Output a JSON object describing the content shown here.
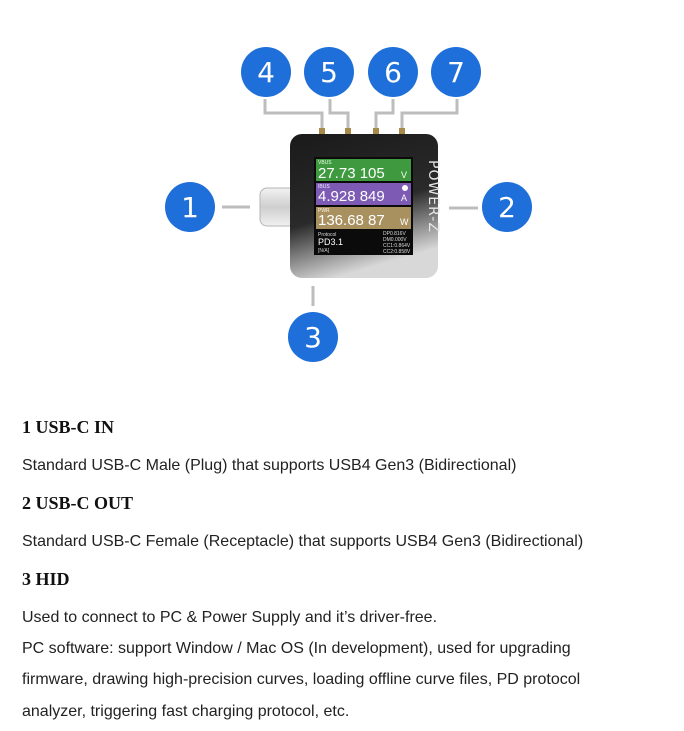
{
  "device": {
    "brand": "POWER-Z",
    "vbus_label": "VBUS",
    "vbus_value": "27.73 105",
    "vbus_unit": "V",
    "ibus_label": "IBUS",
    "ibus_value": "4.928 849",
    "ibus_unit": "A",
    "pwr_label": "PWR",
    "pwr_value": "136.68 87",
    "pwr_unit": "W",
    "protocol_label": "Protocol",
    "protocol_value": "PD3.1",
    "protocol_sub": "[N/A]",
    "dp": "DP0.816V",
    "dm": "DM0.000V",
    "cc1": "CC1:0.864V",
    "cc2": "CC2:0.858V"
  },
  "callouts": [
    "1",
    "2",
    "3",
    "4",
    "5",
    "6",
    "7"
  ],
  "colors": {
    "callout": "#1e6fd9",
    "voltage": "#3f9a3f",
    "current": "#7d5bb5",
    "power": "#a8915f"
  },
  "sections": [
    {
      "title": "1 USB-C IN",
      "lines": [
        "Standard USB-C Male (Plug)  that supports USB4 Gen3 (Bidirectional)"
      ]
    },
    {
      "title": "2 USB-C OUT",
      "lines": [
        "Standard USB-C Female (Receptacle)  that supports USB4 Gen3 (Bidirectional)"
      ]
    },
    {
      "title": "3 HID",
      "lines": [
        "Used to connect to PC & Power Supply and it’s driver-free.",
        "PC software: support Window / Mac OS (In development), used for upgrading",
        "firmware, drawing high-precision curves, loading offline curve files, PD protocol",
        "analyzer, triggering fast charging protocol, etc."
      ]
    }
  ]
}
